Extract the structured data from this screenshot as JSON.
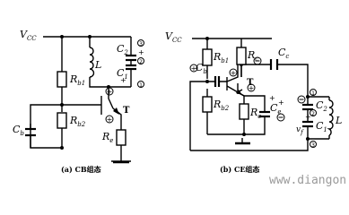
{
  "circuit_a": {
    "caption": "(a) CB组态",
    "labels": {
      "vcc_main": "V",
      "vcc_sub": "CC",
      "rb1_main": "R",
      "rb1_sub": "b1",
      "rb2_main": "R",
      "rb2_sub": "b2",
      "cb_main": "C",
      "cb_sub": "b",
      "re_main": "R",
      "re_sub": "e",
      "inductor": "L",
      "transistor": "T",
      "c2_main": "C",
      "c2_sub": "2",
      "c1_main": "C",
      "c1_sub": "1"
    },
    "signs": {
      "plus": "+"
    },
    "markers": [
      "3",
      "2",
      "1"
    ]
  },
  "circuit_b": {
    "caption": "(b) CE组态",
    "labels": {
      "vcc_main": "V",
      "vcc_sub": "CC",
      "rb1_main": "R",
      "rb1_sub": "b1",
      "rb2_main": "R",
      "rb2_sub": "b2",
      "rc_main": "R",
      "rc_sub": "c",
      "re_main": "R",
      "re_sub": "e",
      "cb_main": "C",
      "cb_sub": "b",
      "cc_main": "C",
      "cc_sub": "c",
      "ce_main": "C",
      "ce_sub": "e",
      "c2_main": "C",
      "c2_sub": "2",
      "c1_main": "C",
      "c1_sub": "1",
      "vf_main": "v",
      "vf_sub": "f",
      "inductor": "L",
      "transistor": "T"
    },
    "signs": {
      "plus": "+"
    },
    "markers": [
      "1",
      "2",
      "3"
    ]
  },
  "watermark": "www.diangon.com"
}
